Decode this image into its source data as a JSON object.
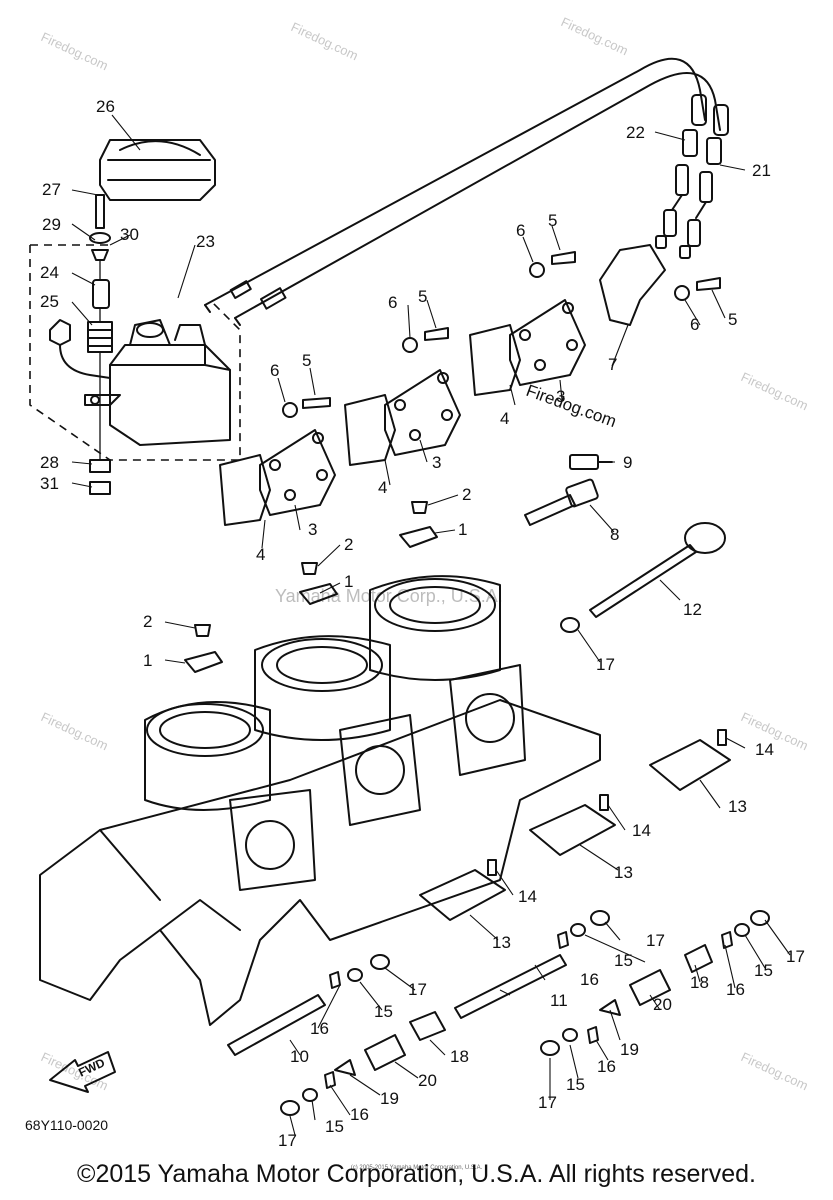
{
  "diagram_code": "68Y110-0020",
  "fwd_label": "FWD",
  "watermark_center": "Yamaha Motor Corp., U.S.A.",
  "watermark_site": "Firedog.com",
  "copyright": "©2015 Yamaha Motor Corporation, U.S.A. All rights reserved.",
  "copyright_small": "(c) 2005-2015 Yamaha Motor Corporation, U.S.A.",
  "callouts": {
    "c1": "1",
    "c2": "2",
    "c3": "3",
    "c4": "4",
    "c5": "5",
    "c6": "6",
    "c7": "7",
    "c8": "8",
    "c9": "9",
    "c10": "10",
    "c11": "11",
    "c12": "12",
    "c13": "13",
    "c14": "14",
    "c15": "15",
    "c16": "16",
    "c17": "17",
    "c18": "18",
    "c19": "19",
    "c20": "20",
    "c21": "21",
    "c22": "22",
    "c23": "23",
    "c24": "24",
    "c25": "25",
    "c26": "26",
    "c27": "27",
    "c28": "28",
    "c29": "29",
    "c30": "30",
    "c31": "31"
  }
}
